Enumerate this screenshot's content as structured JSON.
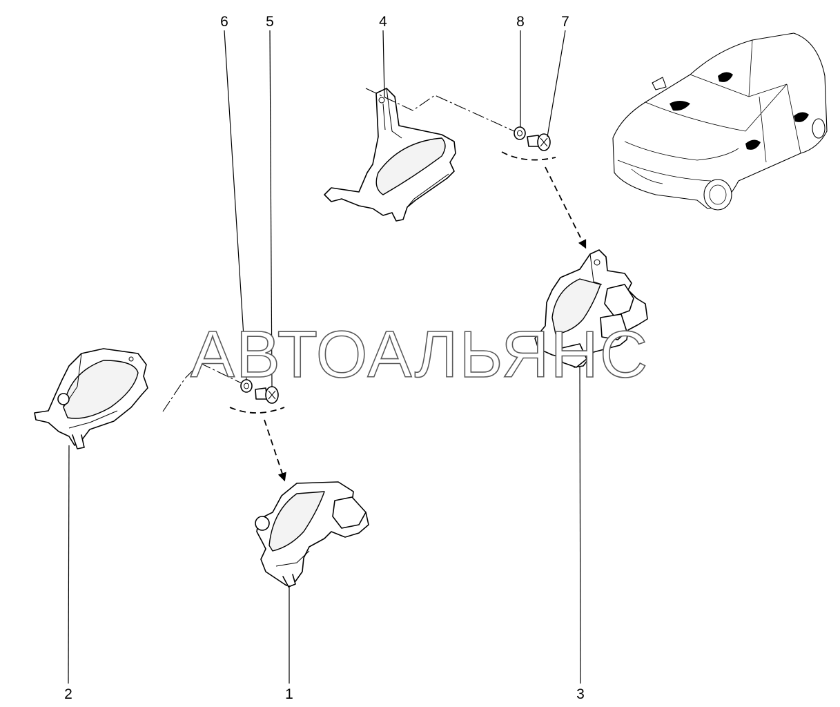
{
  "watermark": "АВТОАЛЬЯНС",
  "callouts": {
    "c1": "1",
    "c2": "2",
    "c3": "3",
    "c4": "4",
    "c5": "5",
    "c6": "6",
    "c7": "7",
    "c8": "8"
  }
}
